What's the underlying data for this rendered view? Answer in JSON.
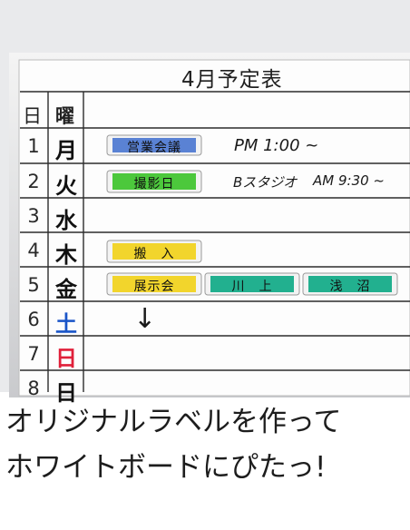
{
  "board": {
    "title": "4月予定表",
    "col_day": "日",
    "col_dow": "曜",
    "rows": [
      {
        "day": "1",
        "dow": "月",
        "dow_color": "#111111"
      },
      {
        "day": "2",
        "dow": "火",
        "dow_color": "#111111"
      },
      {
        "day": "3",
        "dow": "水",
        "dow_color": "#111111"
      },
      {
        "day": "4",
        "dow": "木",
        "dow_color": "#111111"
      },
      {
        "day": "5",
        "dow": "金",
        "dow_color": "#111111"
      },
      {
        "day": "6",
        "dow": "土",
        "dow_color": "#1a55c8"
      },
      {
        "day": "7",
        "dow": "日",
        "dow_color": "#e0203a"
      },
      {
        "day": "8",
        "dow": "日",
        "dow_color": "#111111"
      }
    ],
    "labels": [
      {
        "text": "営業会議",
        "color": "#5a82d4"
      },
      {
        "text": "撮影日",
        "color": "#4cc83c"
      },
      {
        "text": "搬　入",
        "color": "#f2d52c"
      },
      {
        "text": "展示会",
        "color": "#f2d52c"
      },
      {
        "text": "川　上",
        "color": "#22b08f"
      },
      {
        "text": "浅　沼",
        "color": "#22b08f"
      }
    ],
    "memos": {
      "row1": "PM 1:00 ~",
      "row2_a": "Bスタジオ",
      "row2_b": "AM 9:30 ~",
      "arrow": "↓"
    }
  },
  "caption": {
    "line1": "オリジナルラベルを作って",
    "line2": "ホワイトボードにぴたっ!"
  }
}
